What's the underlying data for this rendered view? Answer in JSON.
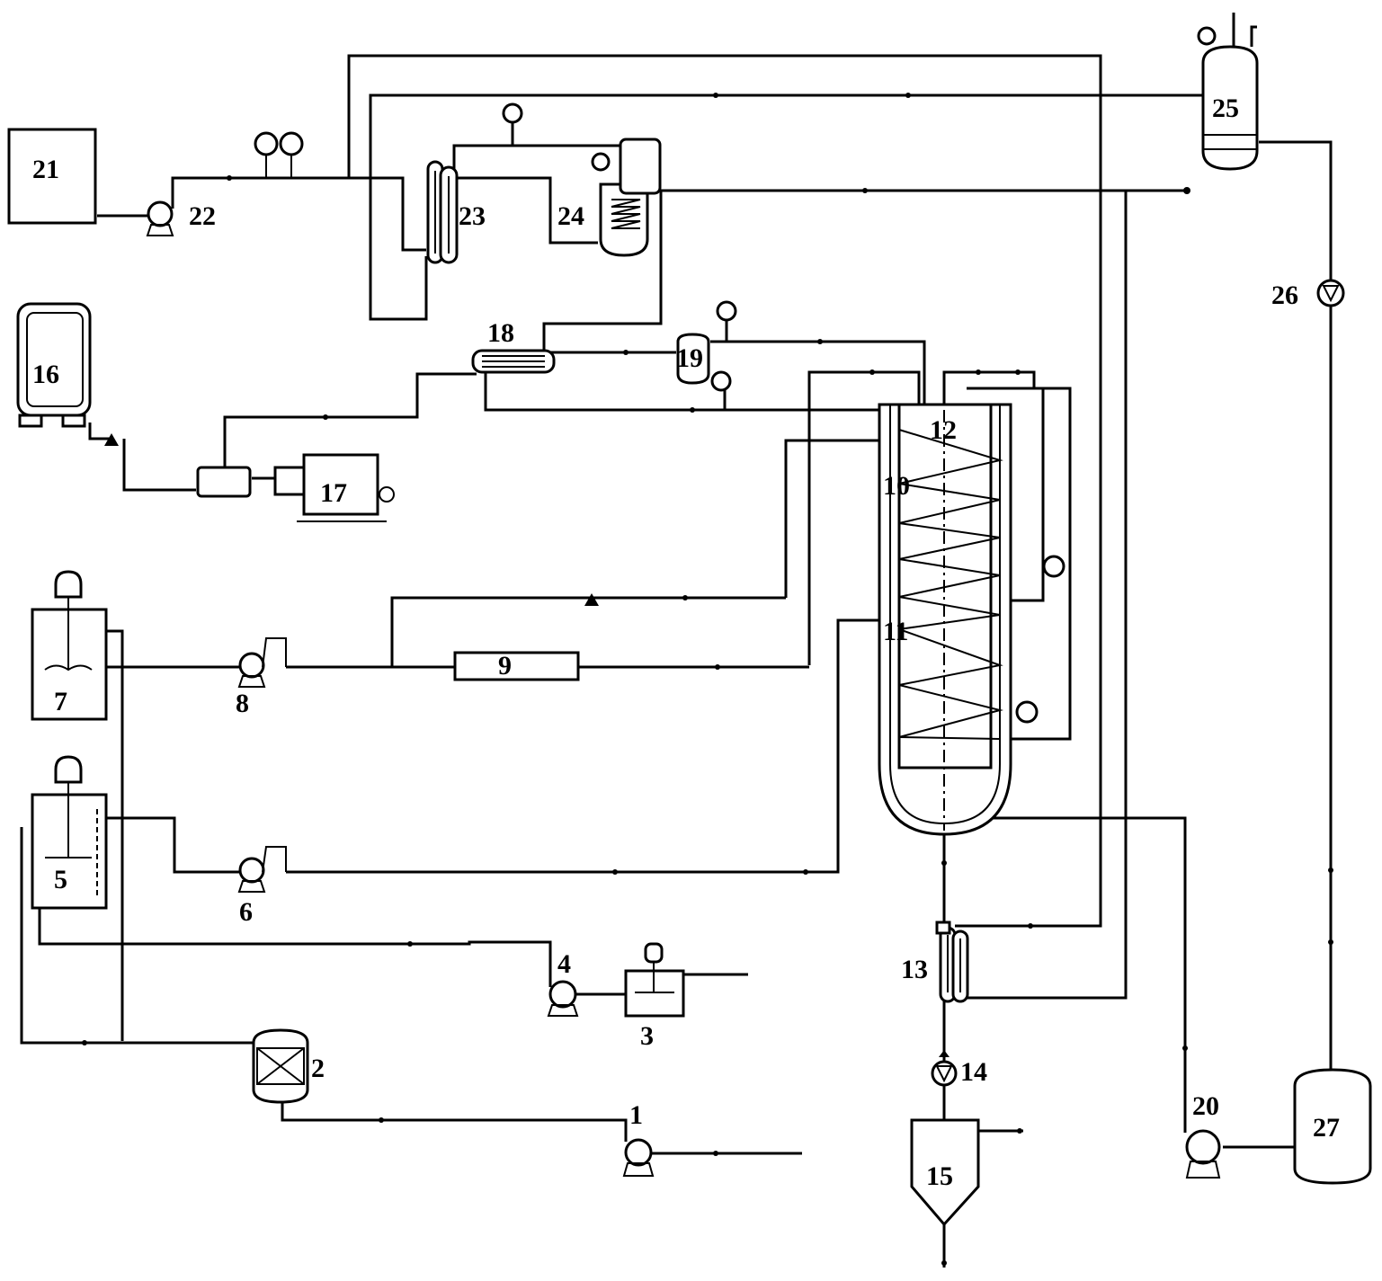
{
  "labels": {
    "u1": "1",
    "u2": "2",
    "u3": "3",
    "u4": "4",
    "u5": "5",
    "u6": "6",
    "u7": "7",
    "u8": "8",
    "u9": "9",
    "u10": "10",
    "u11": "11",
    "u12": "12",
    "u13": "13",
    "u14": "14",
    "u15": "15",
    "u16": "16",
    "u17": "17",
    "u18": "18",
    "u19": "19",
    "u20": "20",
    "u21": "21",
    "u22": "22",
    "u23": "23",
    "u24": "24",
    "u25": "25",
    "u26": "26",
    "u27": "27"
  }
}
